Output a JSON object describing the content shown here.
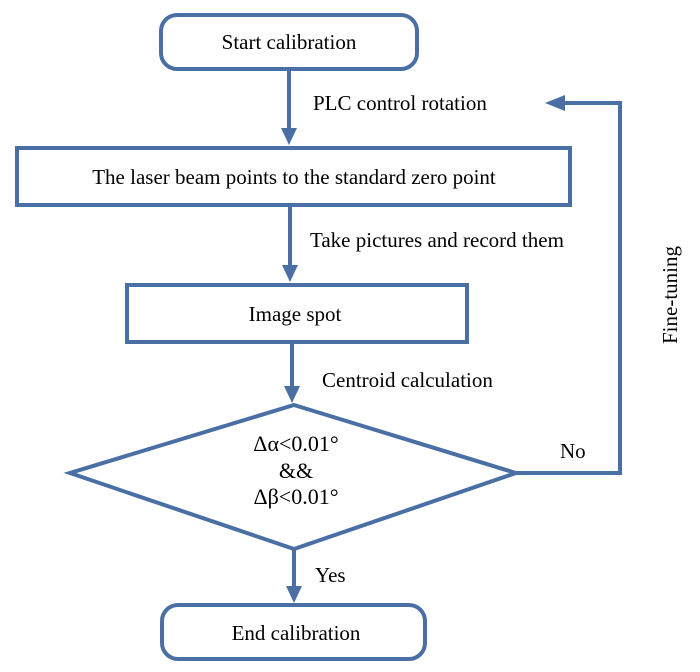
{
  "nodes": {
    "start": "Start calibration",
    "laser": "The laser beam points to the standard zero point",
    "image": "Image spot",
    "decision": {
      "line1": "Δα<0.01°",
      "line2": "&&",
      "line3": "Δβ<0.01°"
    },
    "end": "End calibration"
  },
  "edges": {
    "plc": "PLC control rotation",
    "pictures": "Take pictures and record them",
    "centroid": "Centroid calculation",
    "no": "No",
    "yes": "Yes",
    "fine_tuning": "Fine-tuning"
  }
}
